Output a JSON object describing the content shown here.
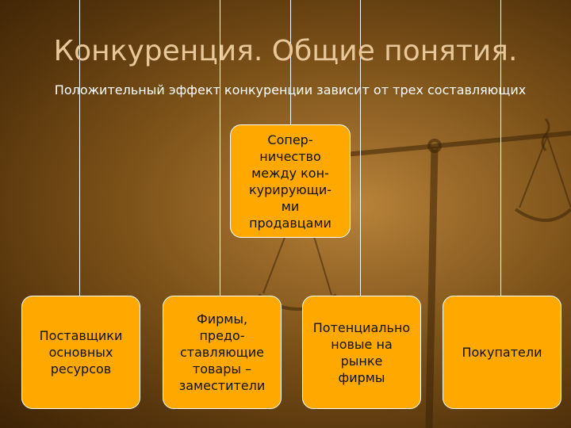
{
  "title": "Конкуренция. Общие понятия.",
  "subtitle": "Положительный эффект конкуренции зависит от трех составляющих",
  "colors": {
    "box_fill": "#ffa800",
    "box_border": "#ffffff",
    "connector": "#ffffff",
    "title": "#e8c89a"
  },
  "diagram": {
    "center": "Сопер-\nничество\nмежду кон-\nкурирующи-\nми\nпродавцами",
    "nodes": [
      "Поставщики\nосновных\nресурсов",
      "Фирмы,\nпредо-\nставляющие\nтовары –\nзаместители",
      "Потенциально\nновые на\nрынке\nфирмы",
      "Покупатели"
    ]
  }
}
